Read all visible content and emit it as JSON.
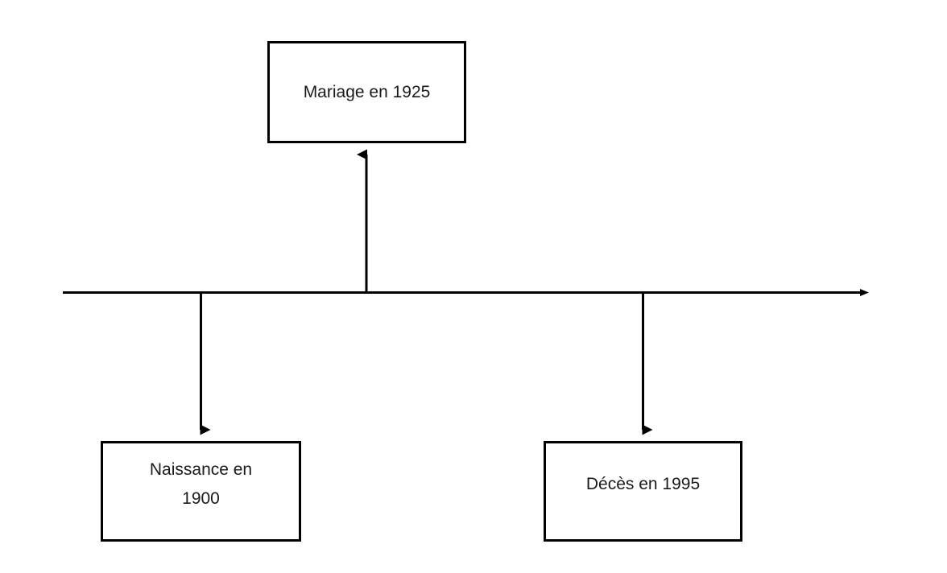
{
  "diagram": {
    "type": "timeline",
    "language": "fr",
    "background_color": "#ffffff",
    "line_color": "#000000",
    "text_color": "#1a1a1a",
    "axis": {
      "label": "timeline-axis",
      "direction": "left-to-right",
      "has_end_arrow": true
    },
    "events": [
      {
        "id": "naissance",
        "label": "Naissance en\n1900",
        "year": "1900",
        "position": "below",
        "connector": "arrow-down"
      },
      {
        "id": "mariage",
        "label": "Mariage en 1925",
        "year": "1925",
        "position": "above",
        "connector": "arrow-up"
      },
      {
        "id": "deces",
        "label": "Décès en 1995",
        "year": "1995",
        "position": "below",
        "connector": "arrow-down"
      }
    ]
  }
}
